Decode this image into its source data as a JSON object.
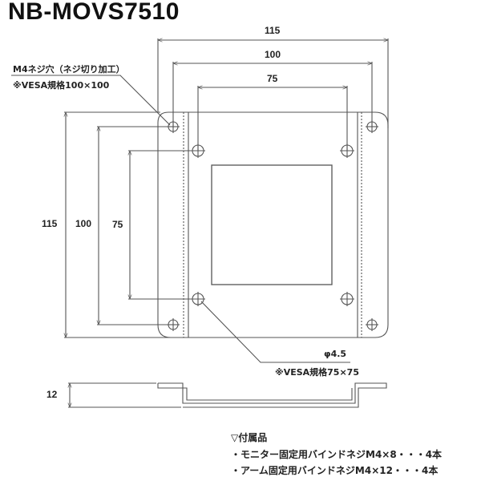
{
  "title": "NB-MOVS7510",
  "callouts": {
    "m4_hole": "M4ネジ穴（ネジ切り加工）",
    "vesa_100": "※VESA規格100×100",
    "hole_dia": "φ4.5",
    "vesa_75": "※VESA規格75×75"
  },
  "dimensions": {
    "top_115": "115",
    "top_100": "100",
    "top_75": "75",
    "left_115": "115",
    "left_100": "100",
    "left_75": "75",
    "thickness_12": "12"
  },
  "accessories": {
    "heading": "▽付属品",
    "items": [
      "・モニター固定用バインドネジM4×8・・・4本",
      "・アーム固定用バインドネジM4×12・・・4本"
    ]
  },
  "colors": {
    "line": "#555555",
    "text": "#222222",
    "background": "#ffffff"
  }
}
